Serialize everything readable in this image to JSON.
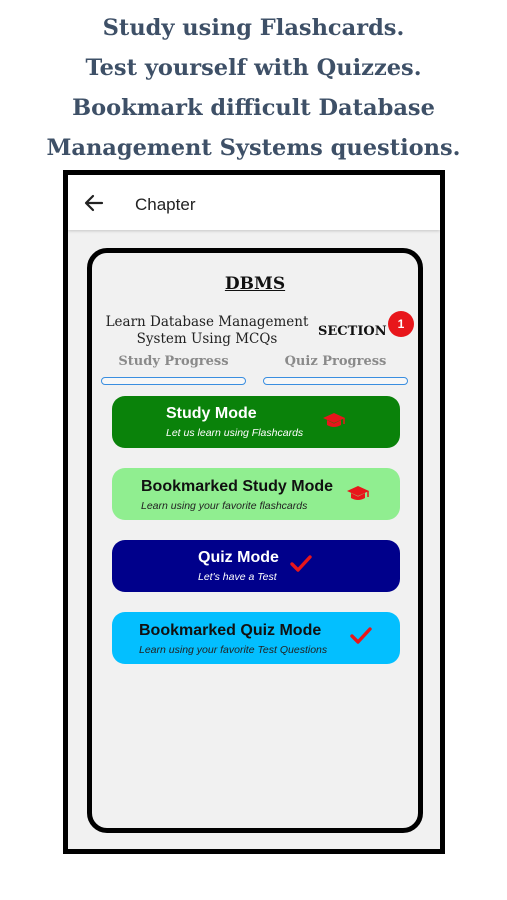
{
  "promo": {
    "line1": "Study using Flashcards.",
    "line2": "Test yourself with Quizzes.",
    "line3": "Bookmark difficult Database",
    "line4": "Management Systems questions."
  },
  "appbar": {
    "back_icon": "arrow-left-icon",
    "title": "Chapter"
  },
  "card": {
    "title": "DBMS",
    "subtitle": "Learn Database Management System Using MCQs",
    "section_label": "SECTION",
    "section_number": "1",
    "study_progress_label": "Study Progress",
    "quiz_progress_label": "Quiz Progress",
    "study_progress_value": 0,
    "quiz_progress_value": 0
  },
  "modes": [
    {
      "title": "Study Mode",
      "subtitle": "Let us learn using Flashcards",
      "icon": "graduation-cap-icon",
      "color": "#0a820a"
    },
    {
      "title": "Bookmarked Study Mode",
      "subtitle": "Learn using your favorite flashcards",
      "icon": "graduation-cap-icon",
      "color": "#90ee90"
    },
    {
      "title": "Quiz Mode",
      "subtitle": "Let's have a Test",
      "icon": "checkmark-icon",
      "color": "#00008b"
    },
    {
      "title": "Bookmarked Quiz Mode",
      "subtitle": "Learn using your favorite Test Questions",
      "icon": "checkmark-icon",
      "color": "#03bfff"
    }
  ],
  "colors": {
    "promo_text": "#3e5067",
    "badge": "#e8161b",
    "icon_red": "#e8161b",
    "progress_border": "#3a8ee0"
  }
}
